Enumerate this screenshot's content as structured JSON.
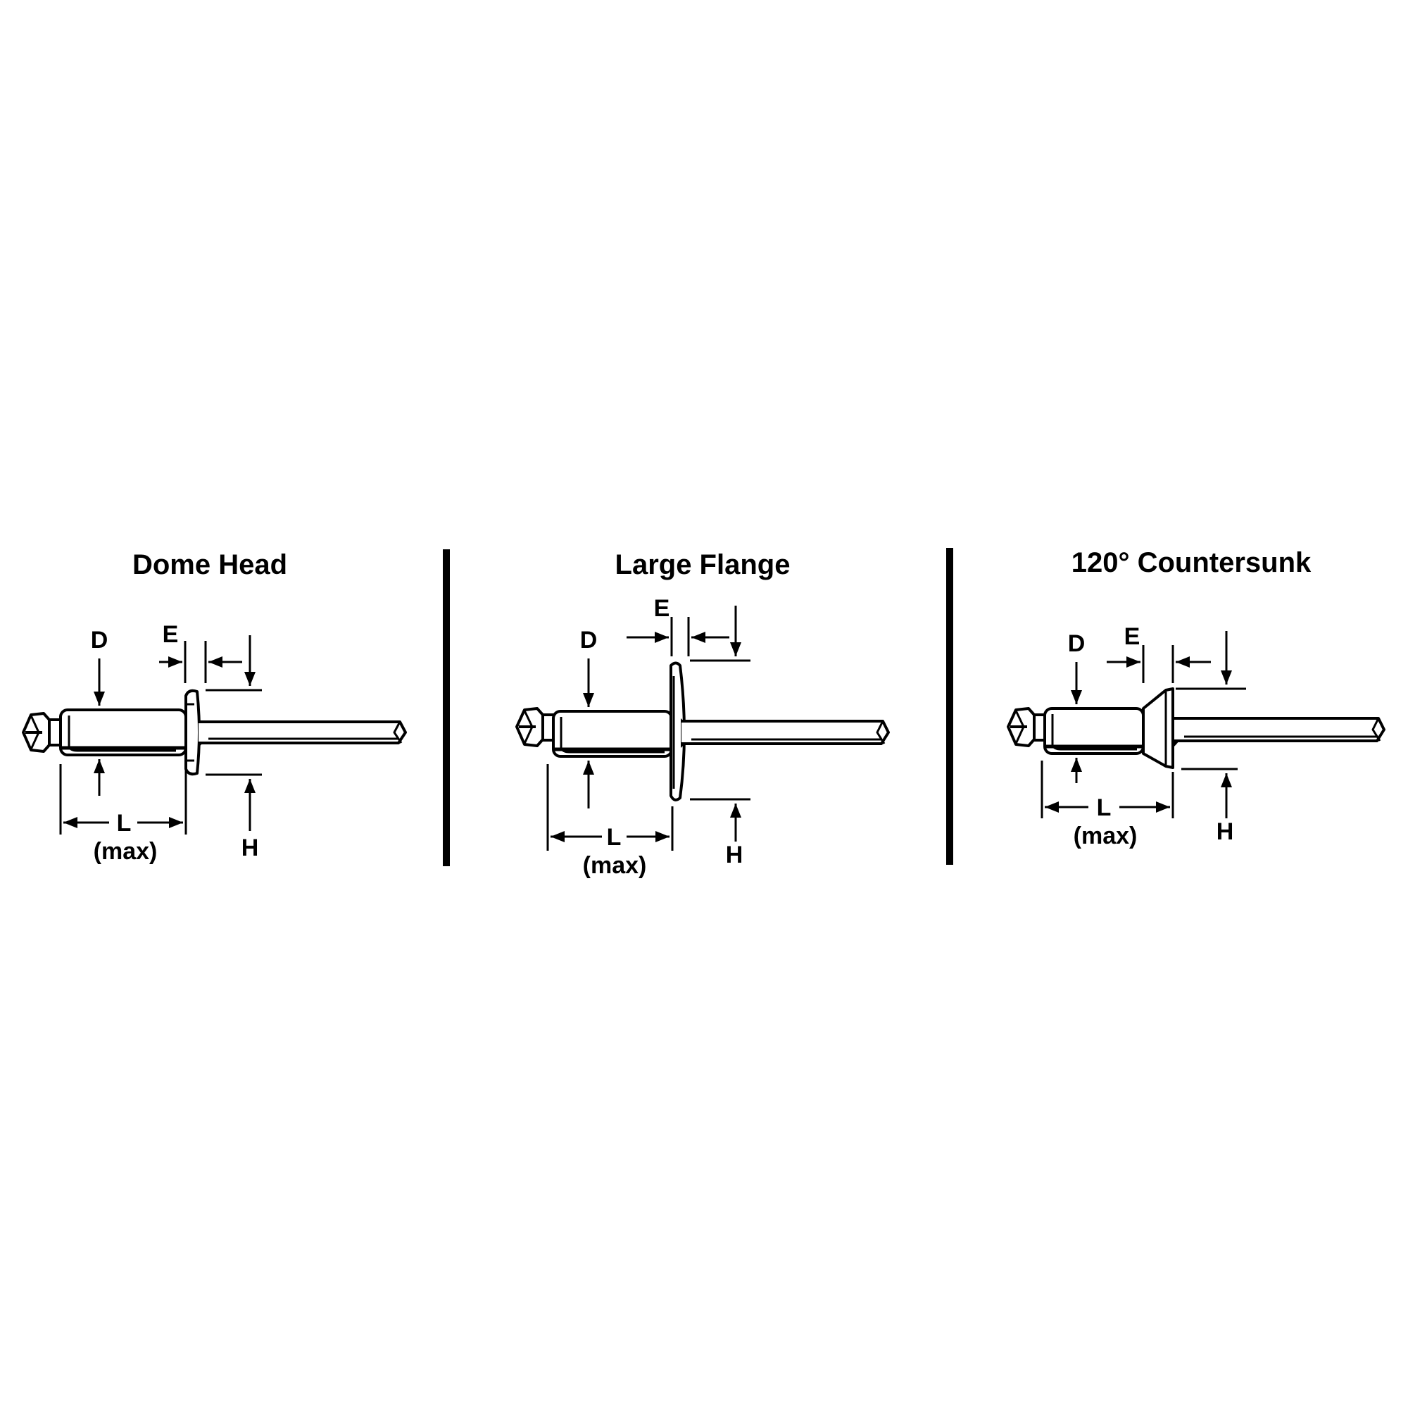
{
  "colors": {
    "ink": "#000000",
    "paper": "#ffffff"
  },
  "panels": [
    {
      "title": "Dome Head",
      "labels": {
        "d": "D",
        "e": "E",
        "l": "L",
        "max": "(max)",
        "h": "H"
      }
    },
    {
      "title": "Large Flange",
      "labels": {
        "d": "D",
        "e": "E",
        "l": "L",
        "max": "(max)",
        "h": "H"
      }
    },
    {
      "title": "120° Countersunk",
      "labels": {
        "d": "D",
        "e": "E",
        "l": "L",
        "max": "(max)",
        "h": "H"
      }
    }
  ]
}
